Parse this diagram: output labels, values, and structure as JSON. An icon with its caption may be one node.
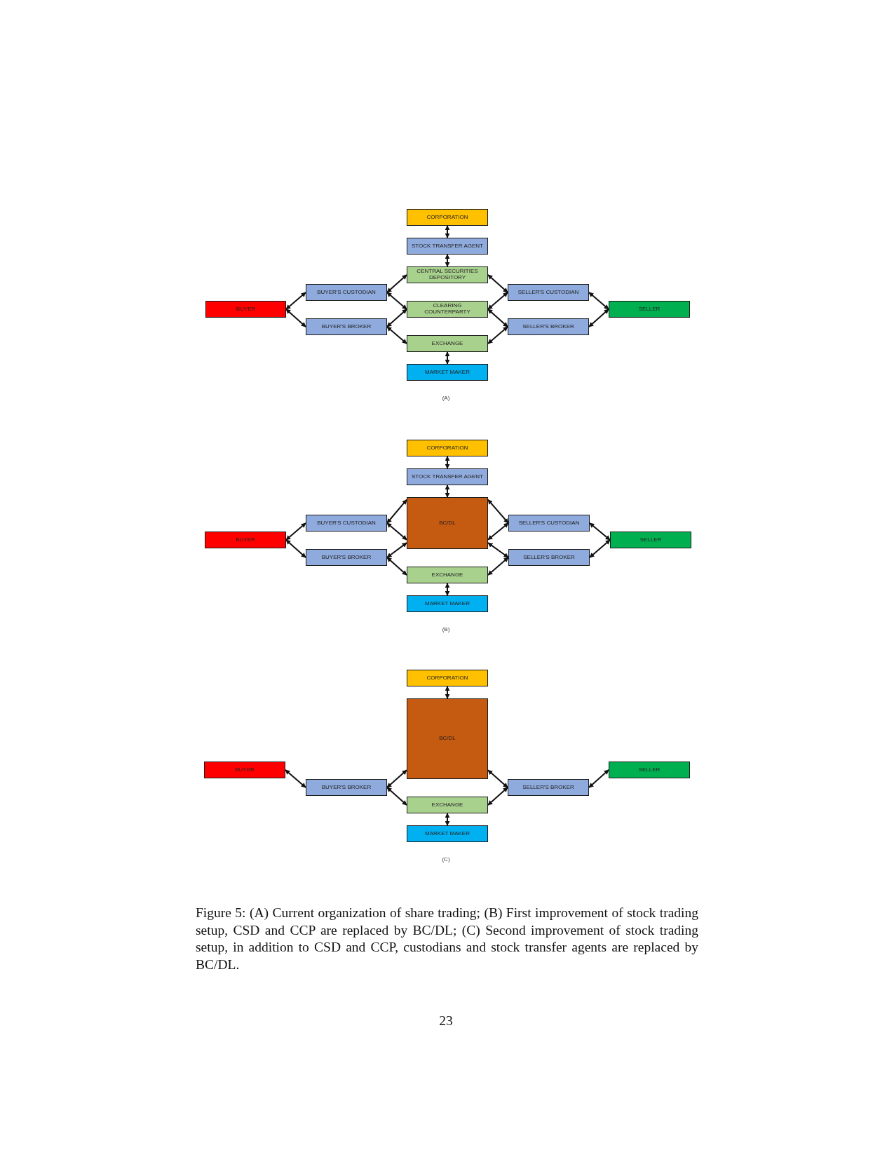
{
  "diagram": {
    "caption": "Figure 5: (A) Current organization of share trading; (B) First improvement of stock trading setup, CSD and CCP are replaced by BC/DL; (C) Second improvement of stock trading setup, in addition to CSD and CCP, custodians and stock transfer agents are replaced by BC/DL.",
    "nodes": [
      {
        "text": [
          "CORPORATION"
        ]
      },
      {
        "text": [
          "STOCK TRANSFER AGENT"
        ]
      },
      {
        "text": [
          "CENTRAL SECURITIES DEPOSITORY"
        ]
      },
      {
        "text": [
          "BUYER'S CUSTODIAN"
        ]
      },
      {
        "text": [
          "SELLER'S CUSTODIAN"
        ]
      },
      {
        "text": [
          "BUYER"
        ]
      },
      {
        "text": [
          "CLEARING COUNTERPARTY"
        ]
      },
      {
        "text": [
          "SELLER"
        ]
      },
      {
        "text": [
          "BUYER'S BROKER"
        ]
      },
      {
        "text": [
          "SELLER'S BROKER"
        ]
      },
      {
        "text": [
          "EXCHANGE"
        ]
      },
      {
        "text": [
          "MARKET MAKER"
        ]
      },
      {
        "text": [
          "CORPORATION"
        ]
      },
      {
        "text": [
          "STOCK TRANSFER AGENT"
        ]
      },
      {
        "text": [
          "BC/DL"
        ]
      },
      {
        "text": [
          "BUYER'S CUSTODIAN"
        ]
      },
      {
        "text": [
          "SELLER'S CUSTODIAN"
        ]
      },
      {
        "text": [
          "BUYER"
        ]
      },
      {
        "text": [
          "SELLER"
        ]
      },
      {
        "text": [
          "BUYER'S BROKER"
        ]
      },
      {
        "text": [
          "SELLER'S BROKER"
        ]
      },
      {
        "text": [
          "EXCHANGE"
        ]
      },
      {
        "text": [
          "MARKET MAKER"
        ]
      },
      {
        "text": [
          "CORPORATION"
        ]
      },
      {
        "text": [
          "BC/DL"
        ]
      },
      {
        "text": [
          "BUYER"
        ]
      },
      {
        "text": [
          "SELLER"
        ]
      },
      {
        "text": [
          "BUYER'S BROKER"
        ]
      },
      {
        "text": [
          "SELLER'S BROKER"
        ]
      },
      {
        "text": [
          "EXCHANGE"
        ]
      },
      {
        "text": [
          "MARKET MAKER"
        ]
      }
    ],
    "edges": [
      {
        "from": 0,
        "to": 1,
        "arrow": "both"
      },
      {
        "from": 1,
        "to": 2,
        "arrow": "both"
      },
      {
        "from": 5,
        "to": 3,
        "arrow": "both"
      },
      {
        "from": 5,
        "to": 8,
        "arrow": "both"
      },
      {
        "from": 3,
        "to": 2,
        "arrow": "both"
      },
      {
        "from": 3,
        "to": 6,
        "arrow": "both"
      },
      {
        "from": 8,
        "to": 6,
        "arrow": "both"
      },
      {
        "from": 8,
        "to": 10,
        "arrow": "both"
      },
      {
        "from": 2,
        "to": 4,
        "arrow": "both"
      },
      {
        "from": 6,
        "to": 4,
        "arrow": "both"
      },
      {
        "from": 6,
        "to": 9,
        "arrow": "both"
      },
      {
        "from": 10,
        "to": 9,
        "arrow": "both"
      },
      {
        "from": 4,
        "to": 7,
        "arrow": "both"
      },
      {
        "from": 9,
        "to": 7,
        "arrow": "both"
      },
      {
        "from": 10,
        "to": 11,
        "arrow": "both"
      },
      {
        "from": 12,
        "to": 13,
        "arrow": "both"
      },
      {
        "from": 13,
        "to": 14,
        "arrow": "both"
      },
      {
        "from": 17,
        "to": 15,
        "arrow": "both"
      },
      {
        "from": 17,
        "to": 19,
        "arrow": "both"
      },
      {
        "from": 15,
        "to": 14,
        "arrow": "both"
      },
      {
        "from": 15,
        "to": 14,
        "arrow": "both"
      },
      {
        "from": 19,
        "to": 14,
        "arrow": "both"
      },
      {
        "from": 19,
        "to": 21,
        "arrow": "both"
      },
      {
        "from": 14,
        "to": 16,
        "arrow": "both"
      },
      {
        "from": 14,
        "to": 16,
        "arrow": "both"
      },
      {
        "from": 14,
        "to": 20,
        "arrow": "both"
      },
      {
        "from": 21,
        "to": 20,
        "arrow": "both"
      },
      {
        "from": 16,
        "to": 18,
        "arrow": "both"
      },
      {
        "from": 20,
        "to": 18,
        "arrow": "both"
      },
      {
        "from": 21,
        "to": 22,
        "arrow": "both"
      },
      {
        "from": 23,
        "to": 24,
        "arrow": "both"
      },
      {
        "from": 25,
        "to": 27,
        "arrow": "both"
      },
      {
        "from": 27,
        "to": 24,
        "arrow": "both"
      },
      {
        "from": 27,
        "to": 29,
        "arrow": "both"
      },
      {
        "from": 24,
        "to": 28,
        "arrow": "both"
      },
      {
        "from": 29,
        "to": 28,
        "arrow": "both"
      },
      {
        "from": 28,
        "to": 26,
        "arrow": "both"
      },
      {
        "from": 29,
        "to": 30,
        "arrow": "both"
      }
    ],
    "labels": [
      "(A)",
      "(B)",
      "(C)",
      "23"
    ]
  }
}
